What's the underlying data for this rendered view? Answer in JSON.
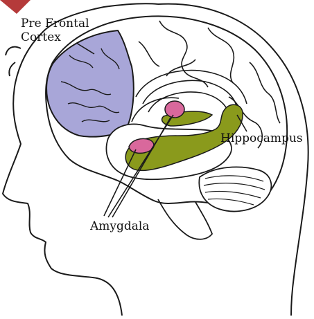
{
  "labels": {
    "prefrontal_line1": "Pre Frontal",
    "prefrontal_line2": "Cortex",
    "hippocampus": "Hippocampus",
    "amygdala": "Amygdala"
  },
  "colors": {
    "prefrontal_cortex": "#a8a6d8",
    "hippocampus": "#8a9a1c",
    "amygdala": "#d9689c",
    "corner_ribbon": "#b53a3a",
    "outline": "#1a1a1a"
  }
}
